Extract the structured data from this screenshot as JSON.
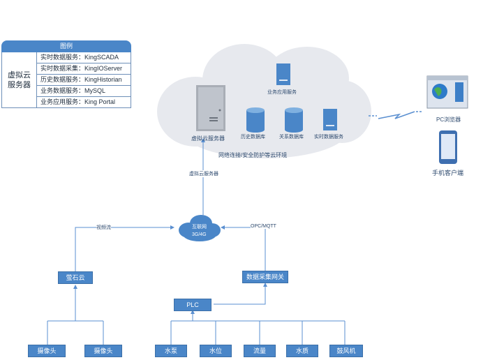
{
  "legend": {
    "title": "图例",
    "group_label": "虚拟云服务器",
    "rows": [
      "实时数据服务：KingSCADA",
      "实时数据采集：KingIOServer",
      "历史数据服务：KingHistorian",
      "业务数据服务：MySQL",
      "业务应用服务：King Portal"
    ]
  },
  "cloud": {
    "app_service": "业务应用服务",
    "virtual_server": "虚拟云服务器",
    "history_db": "历史数据库",
    "relation_db": "关系数据库",
    "realtime_service": "实时数据服务",
    "env_caption": "网络连接/安全防护等云环境"
  },
  "clients": {
    "pc": "PC浏览器",
    "mobile": "手机客户端"
  },
  "network": {
    "internet_line1": "互联网",
    "internet_line2": "3G/4G",
    "link_virtual_server": "虚拟云服务器",
    "link_video": "视频流",
    "link_protocol": "OPC/MQTT"
  },
  "devices": {
    "yingshi": "萤石云",
    "gateway": "数据采集网关",
    "plc": "PLC",
    "camera1": "摄像头",
    "camera2": "摄像头",
    "pump": "水泵",
    "level": "水位",
    "flow": "流量",
    "quality": "水质",
    "fan": "鼓风机"
  },
  "colors": {
    "accent": "#4a86c8",
    "cloud": "#e7e9ee",
    "line": "#5a8fd0"
  }
}
